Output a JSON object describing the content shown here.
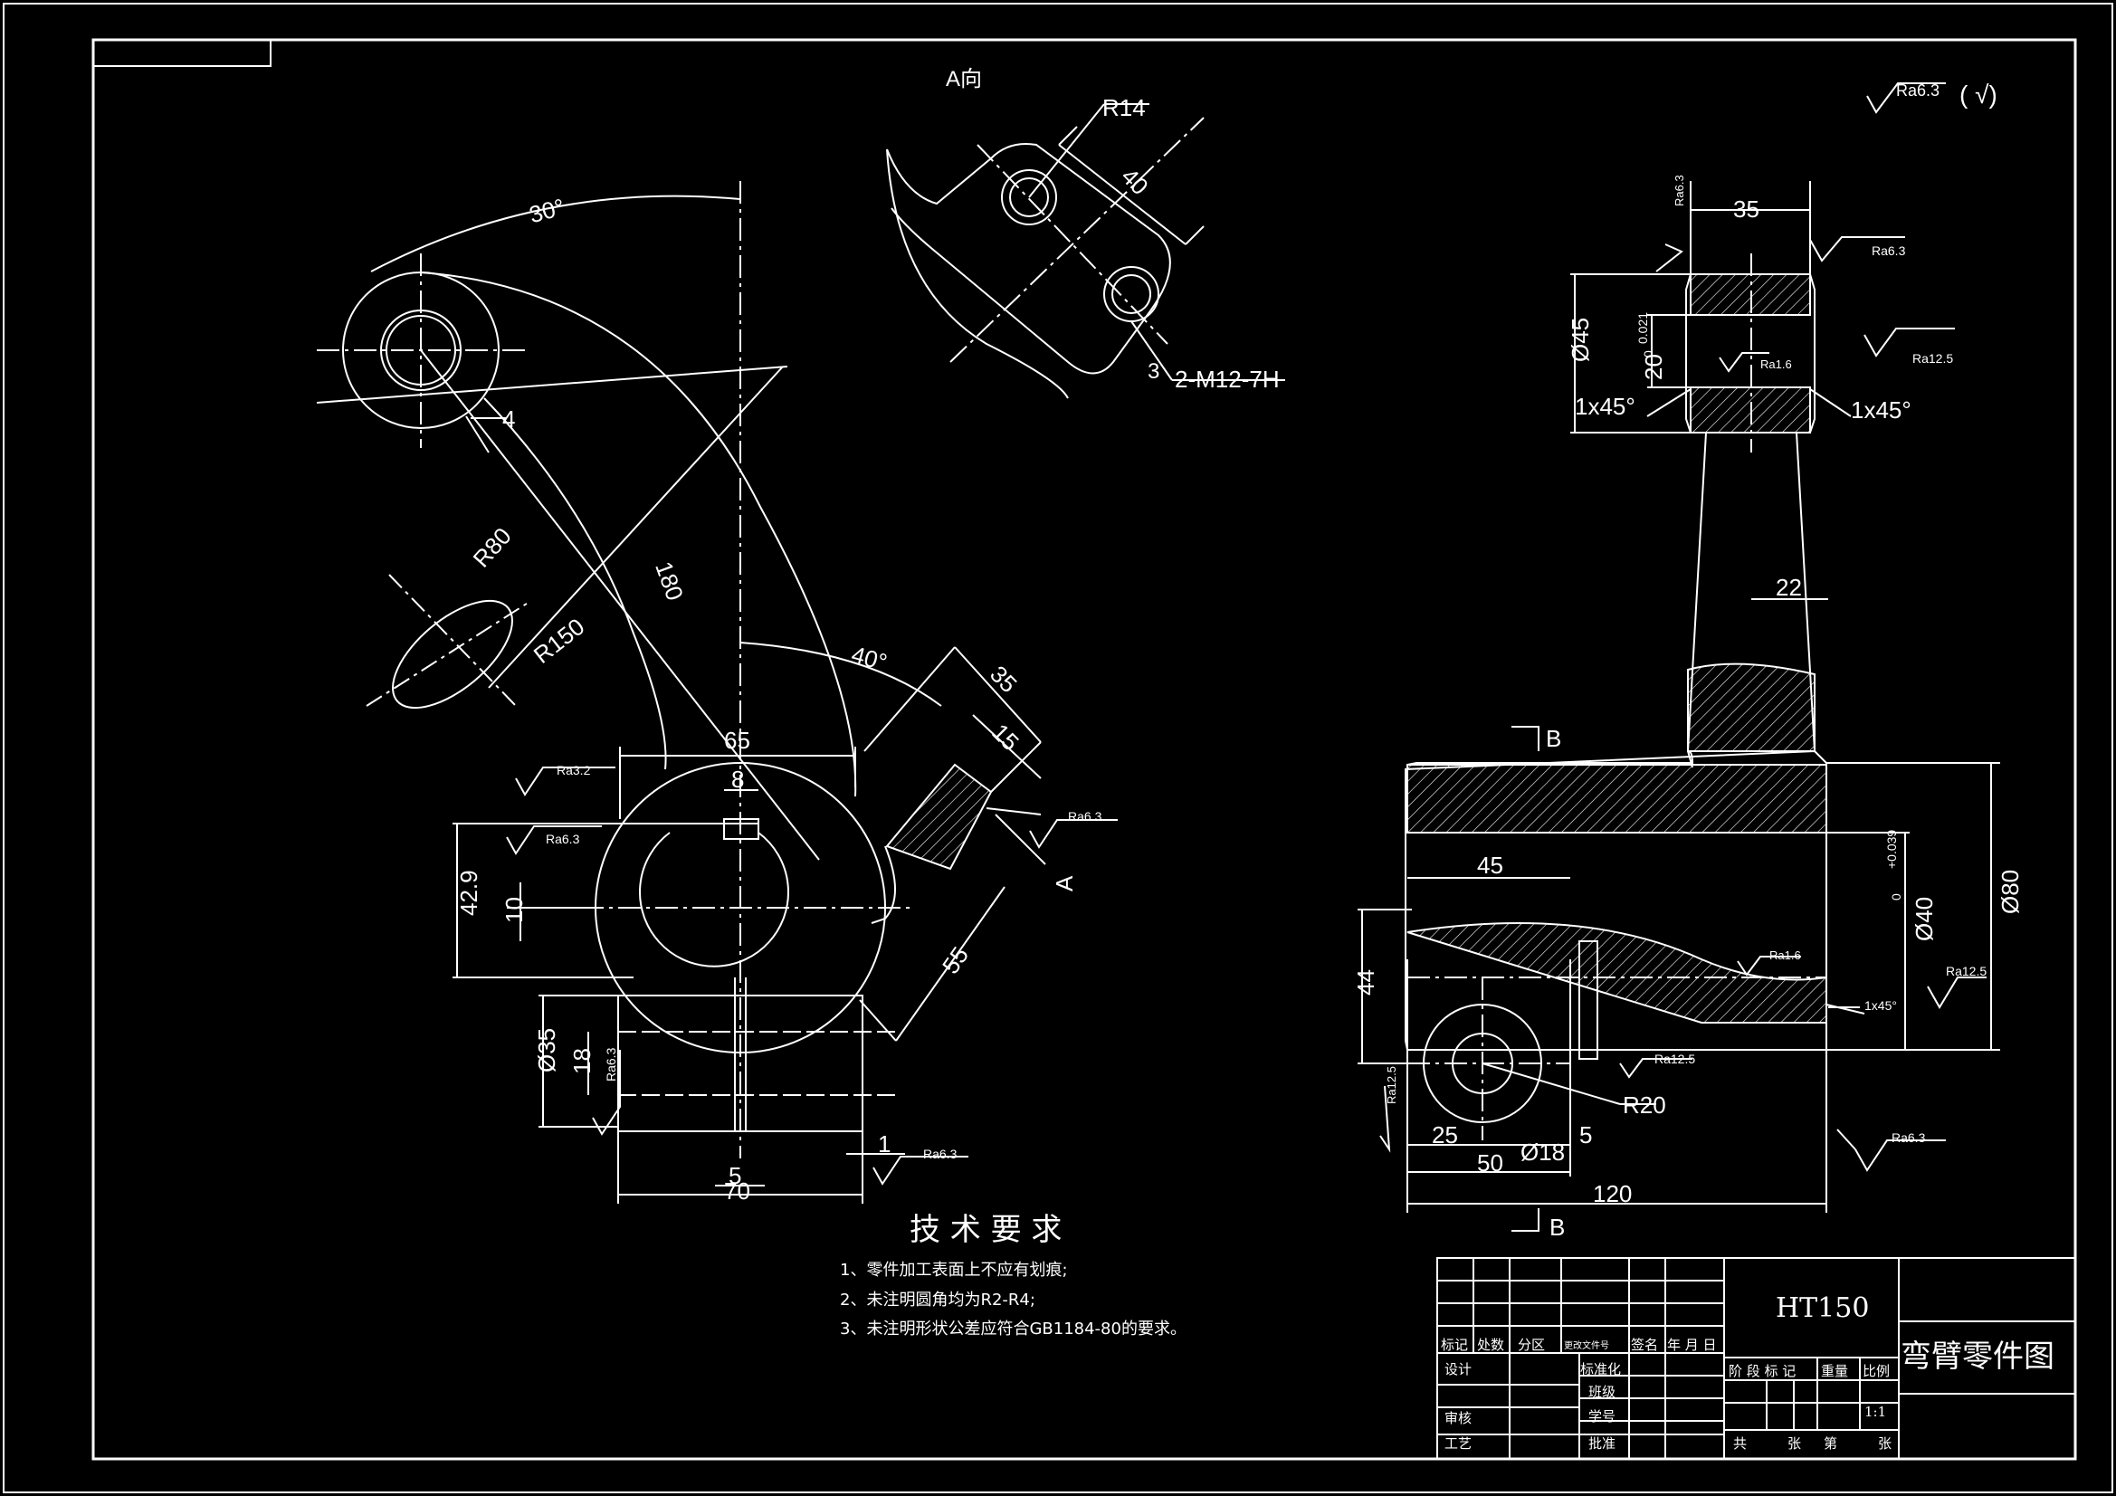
{
  "view_a": {
    "label": "A向",
    "r14": "R14",
    "d40": "40",
    "d3": "3",
    "thread": "2-M12-7H"
  },
  "global_roughness": {
    "value": "Ra6.3",
    "suffix": "( √)"
  },
  "front_view": {
    "angle30": "30°",
    "d4": "4",
    "r80": "R80",
    "r150": "R150",
    "d180": "180",
    "angle40": "40°",
    "d35": "35",
    "d15": "15",
    "d65": "65",
    "d8": "8",
    "d429": "42.9",
    "d10": "10",
    "d55": "55",
    "section_a": "A",
    "dia35": "Ø35",
    "d18": "18",
    "d1": "1",
    "d5": "5",
    "d70": "70",
    "ra32": "Ra3.2",
    "ra63_a": "Ra6.3",
    "ra63_b": "Ra6.3",
    "ra63_c": "Ra6.3",
    "ra63_d": "Ra6.3"
  },
  "side_view": {
    "d35": "35",
    "dia45": "Ø45",
    "bore": "20",
    "bore_tol_up": "0.021",
    "bore_tol_low": "0",
    "chamfer_left": "1x45°",
    "chamfer_right": "1x45°",
    "d22": "22",
    "section_b_top": "B",
    "section_b_bottom": "B",
    "d45": "45",
    "dia40": "Ø40",
    "dia40_tol_up": "+0.039",
    "dia40_tol_low": "0",
    "dia80": "Ø80",
    "d44": "44",
    "r20": "R20",
    "dia18": "Ø18",
    "d25": "25",
    "d5": "5",
    "d50": "50",
    "d120": "120",
    "chamfer_small": "1x45°",
    "ra63_top": "Ra6.3",
    "ra63_right": "Ra6.3",
    "ra16_top": "Ra1.6",
    "ra125_top": "Ra12.5",
    "ra16_mid": "Ra1.6",
    "ra125_mid": "Ra12.5",
    "ra125_left": "Ra12.5",
    "ra125_low": "Ra12.5",
    "ra63_bottom": "Ra6.3"
  },
  "requirements": {
    "title": "技 术 要 求",
    "items": [
      "1、零件加工表面上不应有划痕;",
      "2、未注明圆角均为R2-R4;",
      "3、未注明形状公差应符合GB1184-80的要求。"
    ]
  },
  "title_block": {
    "material": "HT150",
    "part_name": "弯臂零件图",
    "row_headers": [
      "标记",
      "处数",
      "分区",
      "更改文件号",
      "签名",
      "年 月 日"
    ],
    "design": "设计",
    "standardization": "标准化",
    "class": "班级",
    "review": "审核",
    "student_no": "学号",
    "process": "工艺",
    "approve": "批准",
    "stage_mark": "阶 段 标 记",
    "weight": "重量",
    "scale": "比例",
    "scale_value": "1:1",
    "sheets_total": "共",
    "sheets_unit": "张",
    "sheet_no": "第",
    "sheet_unit2": "张"
  }
}
